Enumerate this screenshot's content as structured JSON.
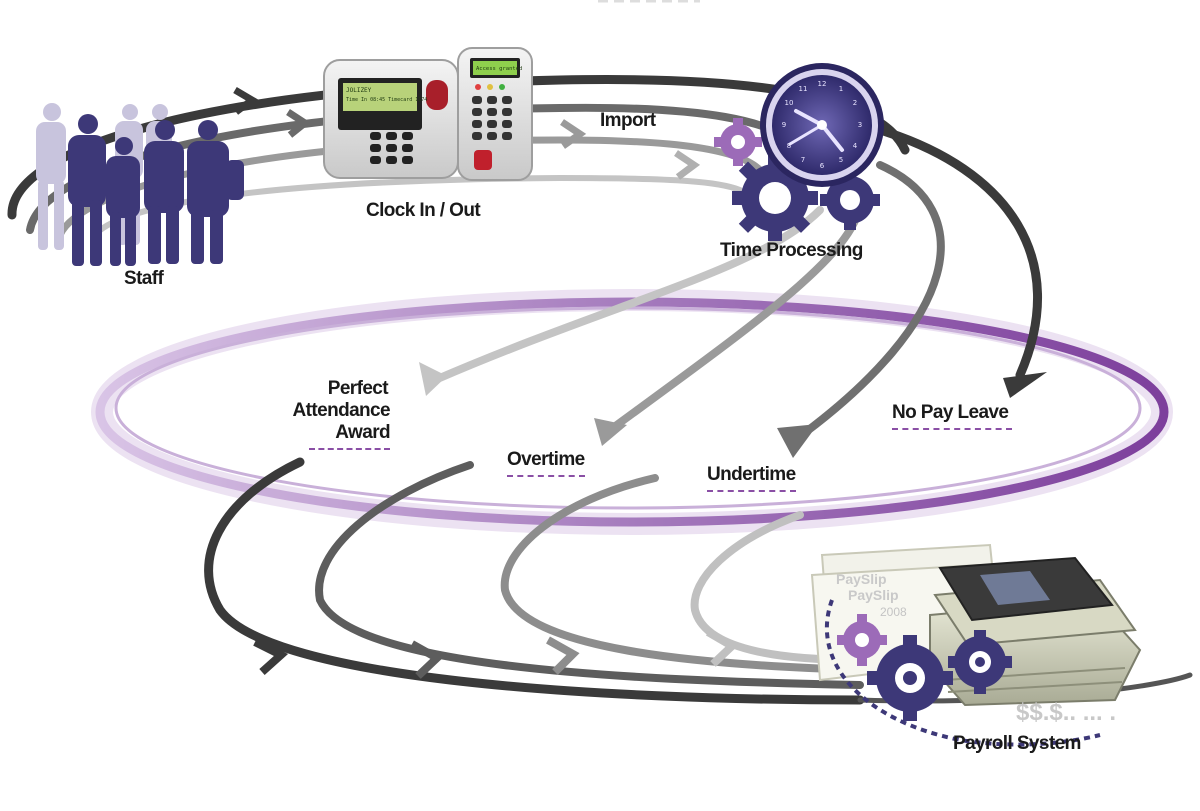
{
  "labels": {
    "staff": "Staff",
    "clock": "Clock In / Out",
    "import": "Import",
    "time_processing": "Time Processing",
    "perfect_line1": "Perfect",
    "perfect_line2": "Attendance",
    "perfect_line3": "Award",
    "overtime": "Overtime",
    "undertime": "Undertime",
    "no_pay_leave": "No Pay Leave",
    "payroll": "Payroll System"
  },
  "device": {
    "lcd1_line1": "JOLIZEY",
    "lcd1_line2": "Time In 08:45  Timecard 1174",
    "lcd2": "Access granted"
  },
  "payslip": {
    "line1": "PaySlip",
    "line2": "PaySlip",
    "year": "2008",
    "money": "$$.$.. ... ."
  },
  "colors": {
    "accent_purple": "#8a4fa5",
    "navy": "#3d3878",
    "gear_purple": "#9c6bb8",
    "arrow_dark": "#3a3a3a",
    "arrow_gray": "#8a8a8a",
    "arrow_light": "#c0c0c0"
  }
}
